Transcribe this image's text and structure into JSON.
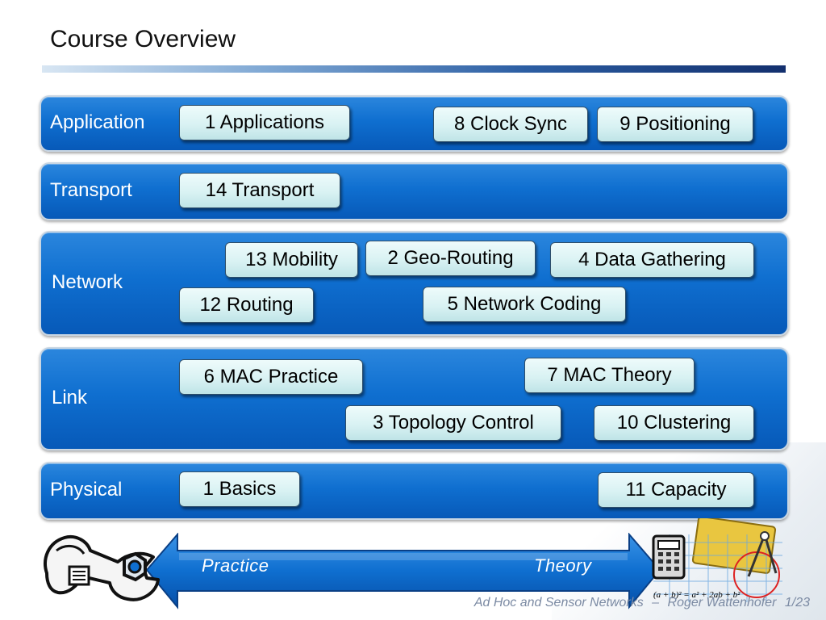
{
  "title": "Course Overview",
  "layers": {
    "application": {
      "label": "Application",
      "items": [
        "1 Applications",
        "8 Clock Sync",
        "9 Positioning"
      ]
    },
    "transport": {
      "label": "Transport",
      "items": [
        "14 Transport"
      ]
    },
    "network": {
      "label": "Network",
      "items": [
        "13 Mobility",
        "2 Geo-Routing",
        "4 Data Gathering",
        "12 Routing",
        "5 Network Coding"
      ]
    },
    "link": {
      "label": "Link",
      "items": [
        "6 MAC Practice",
        "7 MAC Theory",
        "3 Topology Control",
        "10 Clustering"
      ]
    },
    "physical": {
      "label": "Physical",
      "items": [
        "1 Basics",
        "11 Capacity"
      ]
    }
  },
  "arrow": {
    "left_label": "Practice",
    "right_label": "Theory"
  },
  "formula": "(a + b)² = a² + 2ab + b²",
  "footer": {
    "course": "Ad Hoc and Sensor Networks",
    "separator": "–",
    "author": "Roger Wattenhofer",
    "page": "1/23"
  },
  "colors": {
    "band": "#0f6fd0",
    "box": "#d9f2f3",
    "title_bar": "#13306e"
  }
}
